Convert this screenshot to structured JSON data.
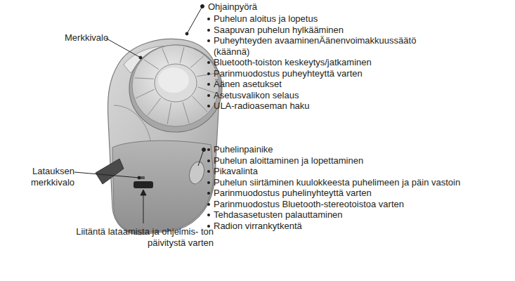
{
  "diagram": {
    "labels": [
      "Merkkivalo",
      "Ohjainpyörä",
      "Puhelun aloitus ja lopetus",
      "Saapuvan puhelun hylkääminen",
      "Puheyhteyden avaaminenÄänenvoimakkuussäätö (käännä)",
      "Bluetooth-toiston keskeytys/jatkaminen",
      "Parinmuodostus puheyhteyttä varten",
      "Äänen asetukset",
      "Asetusvalikon selaus",
      "ULA-radioaseman haku",
      "Latauksen merkkivalo",
      "Puhelinpainike",
      "Puhelun aloittaminen ja lopettaminen",
      "Pikavalinta",
      "Puhelun siirtäminen kuulokkeesta puhelimeen ja päin vastoin",
      "Parinmuodostus puhelinyhteyttä varten",
      "Parinmuodostus Bluetooth-stereotoistoa varten",
      "Tehdasasetusten palauttaminen",
      "Radion virrankytkentä",
      "Liitäntä lataamista ja ohjelmis- ton päivitystä varten"
    ]
  }
}
